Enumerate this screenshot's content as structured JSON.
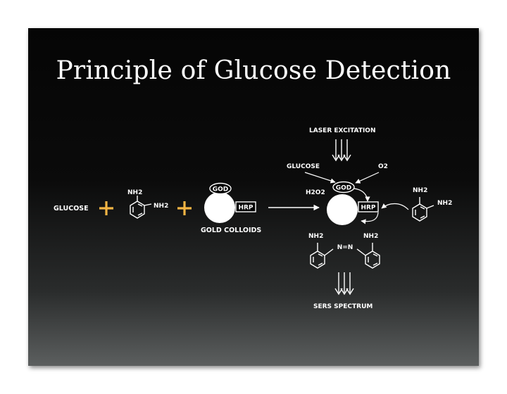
{
  "title": "Principle of Glucose Detection",
  "labels": {
    "glucose_left": "GLUCOSE",
    "nh2_top": "NH2",
    "nh2_side": "NH2",
    "god": "GOD",
    "hrp": "HRP",
    "gold_colloids": "GOLD COLLOIDS",
    "laser_excitation": "LASER EXCITATION",
    "glucose_right": "GLUCOSE",
    "o2": "O2",
    "h2o2": "H2O2",
    "god_right": "GOD",
    "hrp_right": "HRP",
    "nh2_right_top": "NH2",
    "nh2_right_side": "NH2",
    "azo_nh2_left": "NH2",
    "azo_nh2_right": "NH2",
    "azo_bond": "N=N",
    "sers_spectrum": "SERS SPECTRUM"
  },
  "colors": {
    "plus": "#f3b544",
    "background_top": "#050505",
    "background_bottom": "#5c5f5f"
  }
}
